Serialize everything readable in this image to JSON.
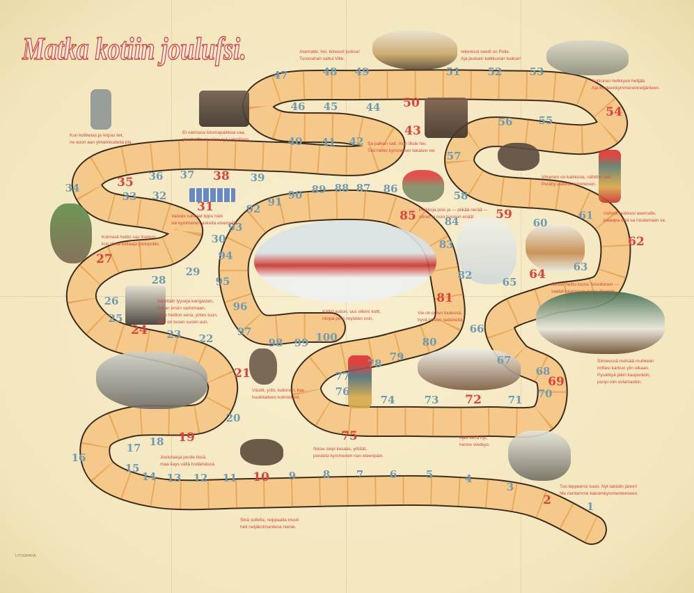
{
  "title": "Matka kotiin joulufsi.",
  "printer": "LITOGRAFIA",
  "squares": [
    {
      "n": "1",
      "special": false
    },
    {
      "n": "2",
      "special": true
    },
    {
      "n": "3",
      "special": false
    },
    {
      "n": "4",
      "special": false
    },
    {
      "n": "5",
      "special": false
    },
    {
      "n": "6",
      "special": false
    },
    {
      "n": "7",
      "special": false
    },
    {
      "n": "8",
      "special": false
    },
    {
      "n": "9",
      "special": false
    },
    {
      "n": "10",
      "special": true
    },
    {
      "n": "11",
      "special": false
    },
    {
      "n": "12",
      "special": false
    },
    {
      "n": "13",
      "special": false
    },
    {
      "n": "14",
      "special": false
    },
    {
      "n": "15",
      "special": false
    },
    {
      "n": "16",
      "special": false
    },
    {
      "n": "17",
      "special": false
    },
    {
      "n": "18",
      "special": false
    },
    {
      "n": "19",
      "special": true
    },
    {
      "n": "20",
      "special": false
    },
    {
      "n": "21",
      "special": true
    },
    {
      "n": "22",
      "special": false
    },
    {
      "n": "23",
      "special": false
    },
    {
      "n": "24",
      "special": true
    },
    {
      "n": "25",
      "special": false
    },
    {
      "n": "26",
      "special": false
    },
    {
      "n": "27",
      "special": true
    },
    {
      "n": "28",
      "special": false
    },
    {
      "n": "29",
      "special": false
    },
    {
      "n": "30",
      "special": false
    },
    {
      "n": "31",
      "special": true
    },
    {
      "n": "32",
      "special": false
    },
    {
      "n": "33",
      "special": false
    },
    {
      "n": "34",
      "special": false
    },
    {
      "n": "35",
      "special": true
    },
    {
      "n": "36",
      "special": false
    },
    {
      "n": "37",
      "special": false
    },
    {
      "n": "38",
      "special": true
    },
    {
      "n": "39",
      "special": false
    },
    {
      "n": "40",
      "special": false
    },
    {
      "n": "41",
      "special": false
    },
    {
      "n": "42",
      "special": false
    },
    {
      "n": "43",
      "special": true
    },
    {
      "n": "44",
      "special": false
    },
    {
      "n": "45",
      "special": false
    },
    {
      "n": "46",
      "special": false
    },
    {
      "n": "47",
      "special": false
    },
    {
      "n": "48",
      "special": false
    },
    {
      "n": "49",
      "special": false
    },
    {
      "n": "50",
      "special": true
    },
    {
      "n": "51",
      "special": false
    },
    {
      "n": "52",
      "special": false
    },
    {
      "n": "53",
      "special": false
    },
    {
      "n": "54",
      "special": true
    },
    {
      "n": "55",
      "special": false
    },
    {
      "n": "56",
      "special": false
    },
    {
      "n": "57",
      "special": false
    },
    {
      "n": "58",
      "special": false
    },
    {
      "n": "59",
      "special": true
    },
    {
      "n": "60",
      "special": false
    },
    {
      "n": "61",
      "special": false
    },
    {
      "n": "62",
      "special": true
    },
    {
      "n": "63",
      "special": false
    },
    {
      "n": "64",
      "special": true
    },
    {
      "n": "65",
      "special": false
    },
    {
      "n": "66",
      "special": false
    },
    {
      "n": "67",
      "special": false
    },
    {
      "n": "68",
      "special": false
    },
    {
      "n": "69",
      "special": true
    },
    {
      "n": "70",
      "special": false
    },
    {
      "n": "71",
      "special": false
    },
    {
      "n": "72",
      "special": true
    },
    {
      "n": "73",
      "special": false
    },
    {
      "n": "74",
      "special": false
    },
    {
      "n": "75",
      "special": true
    },
    {
      "n": "76",
      "special": false
    },
    {
      "n": "77",
      "special": false
    },
    {
      "n": "78",
      "special": false
    },
    {
      "n": "79",
      "special": false
    },
    {
      "n": "80",
      "special": false
    },
    {
      "n": "81",
      "special": true
    },
    {
      "n": "82",
      "special": false
    },
    {
      "n": "83",
      "special": false
    },
    {
      "n": "84",
      "special": false
    },
    {
      "n": "85",
      "special": true
    },
    {
      "n": "86",
      "special": false
    },
    {
      "n": "87",
      "special": false
    },
    {
      "n": "88",
      "special": false
    },
    {
      "n": "89",
      "special": false
    },
    {
      "n": "90",
      "special": false
    },
    {
      "n": "91",
      "special": false
    },
    {
      "n": "92",
      "special": false
    },
    {
      "n": "93",
      "special": false
    },
    {
      "n": "94",
      "special": false
    },
    {
      "n": "95",
      "special": false
    },
    {
      "n": "96",
      "special": false
    },
    {
      "n": "97",
      "special": false
    },
    {
      "n": "98",
      "special": false
    },
    {
      "n": "99",
      "special": false
    },
    {
      "n": "100",
      "special": false
    }
  ],
  "captions": [
    "Kun kotiketas ja reipas liet,\nne auon aan ylmanioudeita pla",
    "Et varmasa istumapaikkaa saa,\nyks' heitto sa varro nyt sehoillaan.",
    "Asemalle, hei, kiireesti juokse!\nTuossahan sattui Ville.",
    "rekeressi seedi on Polle.\nAja joutuen kalkkunan luokse!",
    "Kurkunen helkkyen helljää.\nAja kuuteenkymmenenneljänteen.",
    "Sa palkan sait, mun Ilkde hei.\nTää heitto kymmenen takaisin vei.",
    "Vihainen on kalkkuna, nähtihe sen,\nPerähy askelta kymmenen.",
    "Peikkoja pois ja — piikää nerää —\nonnet ei noin huonon enää!",
    "Unhotit laukkusi asemalle,\npalaapa siitä sa noutamaan se.",
    "Seson heitto luona Teisoltanen —\nsaatat kauppiaan luona Stuman.",
    "Kolmasti heitto sas itsekuis,\nkun tämä koltaaja joulupukki.",
    "Vaivais sukkaat lippu näin\nvie kymmenen askelta eteenpäin.",
    "Sätettäin lyyseja kangastan,\nrichan ensin vartomaan,\nnake heitton sena, yntes tuun,\nnäin on tuoan suoen aun.",
    "Kätkit aution, uus ollemi kotti,\nniinpä pelin myöden voin.",
    "Vie on polun tuulessä,\nhyvä laiteen seitoneita.",
    "Siimeessä metsää muhkean\nmittasi karhun ylin ulkaan.\nPysähtyä jäkin kaupunkiin,\npunpi niin ovlamantiin.",
    "Väsitit, yritit, kellonen, hau\nhuokitaiteen kolmiokset.",
    "Noise siepi ilasaas, yritäät,\npoisteta kymmenen nan eteenpäin.",
    "Ajeli siirrä nyt,\nhenne vindeys.",
    "Jouluhauja perde tissä,\nmaa kays väliä hoitämässä.",
    "Sinä soitella, reippaalla muuli\nheti neljäkolmantena nienie.",
    "Tuo leppeensi tuulo. Nyt takiidin jänen!\nMe rientamme kaksimkymmenteeseen."
  ],
  "colors": {
    "track": "#f4c98a",
    "track_edge": "#3d2c1c",
    "special": "#e2403a",
    "normal": "#6f9bb0",
    "caption": "#d9443b"
  }
}
